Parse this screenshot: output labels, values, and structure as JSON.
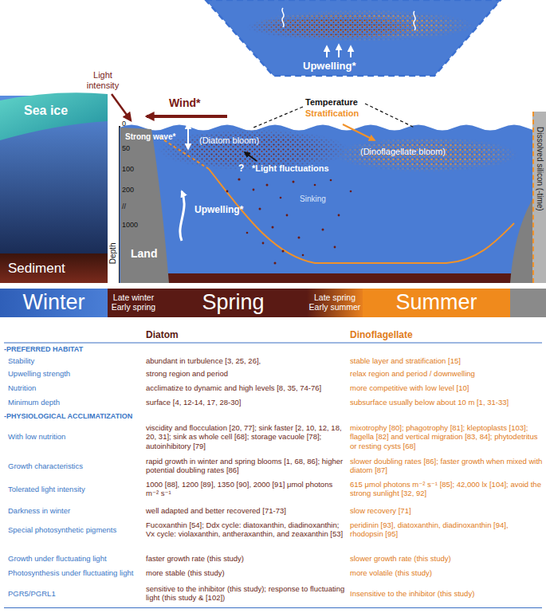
{
  "diagram": {
    "nodes": [
      {
        "text": [
          "Sea ice"
        ]
      },
      {
        "text": [
          "Sediment"
        ]
      },
      {
        "text": [
          "Land"
        ]
      },
      {
        "text": [
          "Dissolved silicon (-time)"
        ]
      },
      {
        "text": [
          "Winter"
        ]
      },
      {
        "text": [
          "Late winter Early spring"
        ]
      },
      {
        "text": [
          "Spring"
        ]
      },
      {
        "text": [
          "Late spring Early summer"
        ]
      },
      {
        "text": [
          "Summer"
        ]
      }
    ],
    "labels": [
      "Upwelling*",
      "Light intensity",
      "Wind*",
      "Temperature",
      "Stratification",
      "Strong wave*",
      "0",
      "50",
      "100",
      "200",
      "//",
      "1000",
      "Depth",
      "(Diatom bloom)",
      "?",
      "*Light fluctuations",
      "(Dinoflagellate bloom)",
      "Sinking",
      "Upwelling*",
      "Diatom",
      "Dinoflagellate",
      "-PREFERRED HABITAT",
      "Stability",
      "abundant in turbulence [3, 25, 26],",
      "stable layer and stratification [15]",
      "Upwelling strength",
      "strong region and period",
      "relax region and period / downwelling",
      "Nutrition",
      "acclimatize to dynamic and high levels [8, 35, 74-76]",
      "more competitive with low level [10]",
      "Minimum depth",
      "surface [4, 12-14, 17, 28-30]",
      "subsurface usually below about 10 m [1, 31-33]",
      "-PHYSIOLOGICAL ACCLIMATIZATION",
      "With low nutrition",
      "viscidity and flocculation [20, 77]; sink faster [2, 10, 12, 18, 20, 31]; sink as whole cell [68]; storage vacuole [78]; autoinhibitory [79]",
      "mixotrophy [80]; phagotrophy [81]; kleptoplasts [103]; flagella [82] and vertical migration [83, 84]; phytodetritus or resting cysts [68]",
      "Growth characteristics",
      "rapid growth in winter and spring blooms [1, 68, 86]; higher potential doubling rates [86]",
      "slower doubling rates [86]; faster growth when mixed with diatom [87]",
      "Tolerated light intensity",
      "1000 [88], 1200 [89], 1350 [90], 2000 [91] μmol photons m⁻² s⁻¹",
      "615 μmol photons m⁻² s⁻¹ [85]; 42,000 lx [104]; avoid the strong sunlight [32, 92]",
      "Darkness in winter",
      "well adapted and better recovered [71-73]",
      "slow recovery [71]",
      "Special photosynthetic pigments",
      "Fucoxanthin [54]; Ddx cycle: diatoxanthin, diadinoxanthin; Vx cycle: violaxanthin, antheraxanthin, and zeaxanthin [53]",
      "peridinin [93], diatoxanthin, diadinoxanthin [94], rhodopsin [95]",
      "Growth under fluctuating light",
      "faster growth rate (this study)",
      "slower growth rate (this study)",
      "Photosynthesis under fluctuating light",
      "more stable (this study)",
      "more volatile (this study)",
      "PGR5/PGRL1",
      "sensitive to the inhibitor (this study); response to fluctuating light (this study & [102])",
      "Insensitive to the inhibitor (this study)"
    ]
  }
}
